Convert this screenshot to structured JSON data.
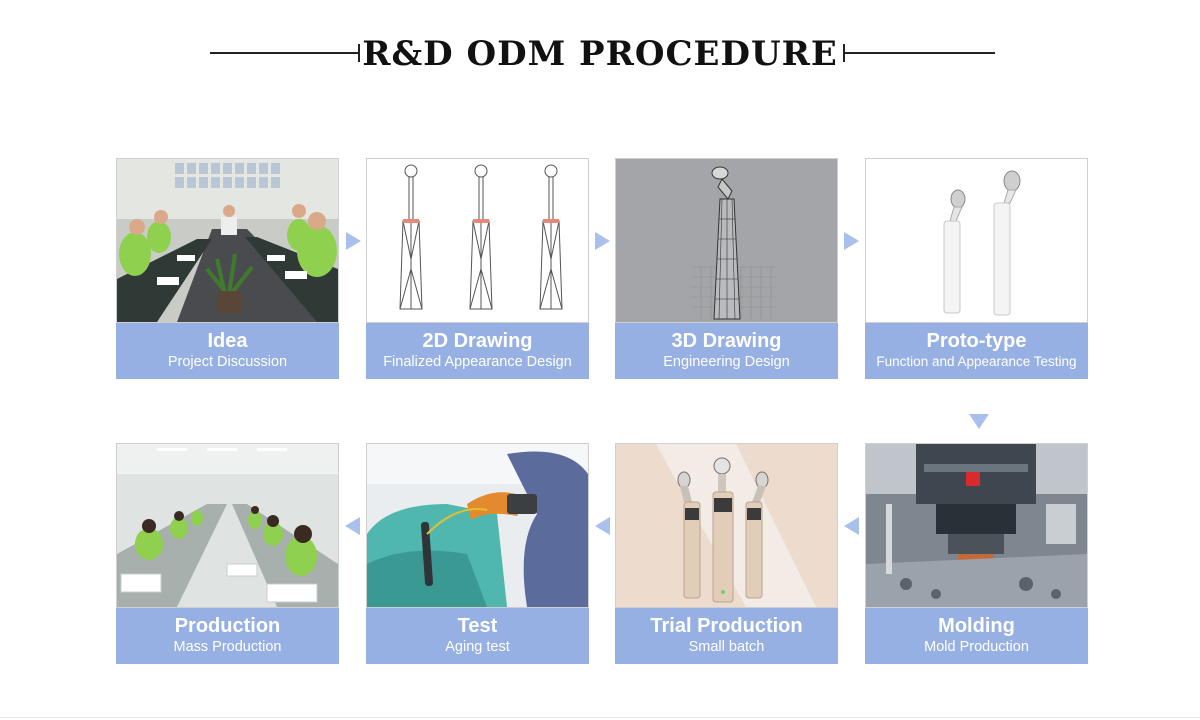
{
  "title": "R&D ODM PROCEDURE",
  "colors": {
    "label_bg": "#97b0e3",
    "arrow": "#a9c0ec",
    "title": "#111111"
  },
  "steps": [
    {
      "heading": "Idea",
      "sub": "Project Discussion"
    },
    {
      "heading": "2D Drawing",
      "sub": "Finalized Appearance Design"
    },
    {
      "heading": "3D Drawing",
      "sub": "Engineering Design"
    },
    {
      "heading": "Proto-type",
      "sub": "Function and Appearance Testing"
    },
    {
      "heading": "Molding",
      "sub": "Mold Production"
    },
    {
      "heading": "Trial Production",
      "sub": "Small batch"
    },
    {
      "heading": "Test",
      "sub": "Aging test"
    },
    {
      "heading": "Production",
      "sub": "Mass Production"
    }
  ]
}
